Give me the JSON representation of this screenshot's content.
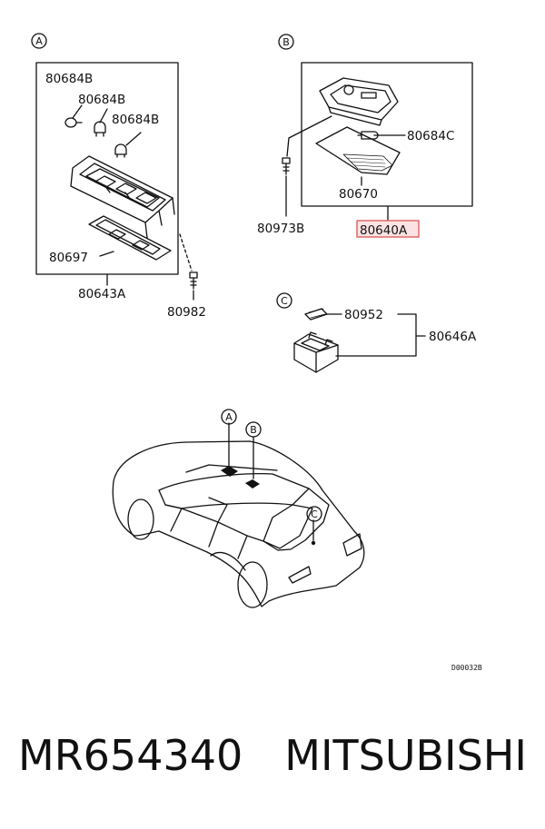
{
  "sections": {
    "a": {
      "marker": "A"
    },
    "b": {
      "marker": "B"
    },
    "c": {
      "marker": "C"
    }
  },
  "parts": {
    "bulb_1": "80684B",
    "bulb_2": "80684B",
    "bulb_3": "80684B",
    "lens_a": "80697",
    "lamp_assy_a": "80643A",
    "screw_a": "80982",
    "bulb_b": "80684C",
    "lens_b": "80670",
    "screw_b": "80973B",
    "lamp_assy_b": "80640A",
    "bulb_c": "80952",
    "lamp_assy_c": "80646A"
  },
  "car_markers": {
    "a": "A",
    "b": "B",
    "c": "C"
  },
  "diagram_code": "D00032B",
  "caption": {
    "part_number": "MR654340",
    "brand": "MITSUBISHI"
  },
  "colors": {
    "highlight": "#e06a6a",
    "highlight_fill": "#fbe3e3"
  }
}
